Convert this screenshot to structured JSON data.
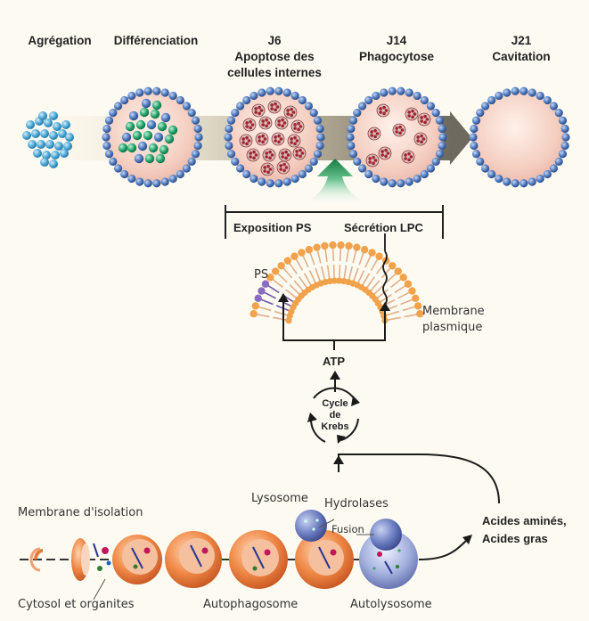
{
  "stages": {
    "aggregation": "Agrégation",
    "differentiation": "Différenciation",
    "j6_day": "J6",
    "j6_line1": "Apoptose des",
    "j6_line2": "cellules internes",
    "j14_day": "J14",
    "j14_label": "Phagocytose",
    "j21_day": "J21",
    "j21_label": "Cavitation"
  },
  "signals": {
    "exposure": "Exposition PS",
    "secretion": "Sécrétion LPC"
  },
  "membrane": {
    "ps": "PS",
    "line1": "Membrane",
    "line2": "plasmique"
  },
  "energy": {
    "atp": "ATP",
    "krebs_line1": "Cycle",
    "krebs_line2": "de",
    "krebs_line3": "Krebs"
  },
  "autophagy": {
    "isolation_membrane": "Membrane d'isolation",
    "cytosol": "Cytosol et organites",
    "autophagosome": "Autophagosome",
    "lysosome": "Lysosome",
    "hydrolases": "Hydrolases",
    "fusion": "Fusion",
    "autolysosome": "Autolysosome",
    "products_line1": "Acides aminés,",
    "products_line2": "Acides gras"
  },
  "colors": {
    "bead": "#3f6fb5",
    "cell_fill": "#f4cfc4",
    "green_arrow": "#1e8a4a",
    "orange_vesicle": "#e8793a",
    "lysosome_blue": "#6a7dc0"
  }
}
